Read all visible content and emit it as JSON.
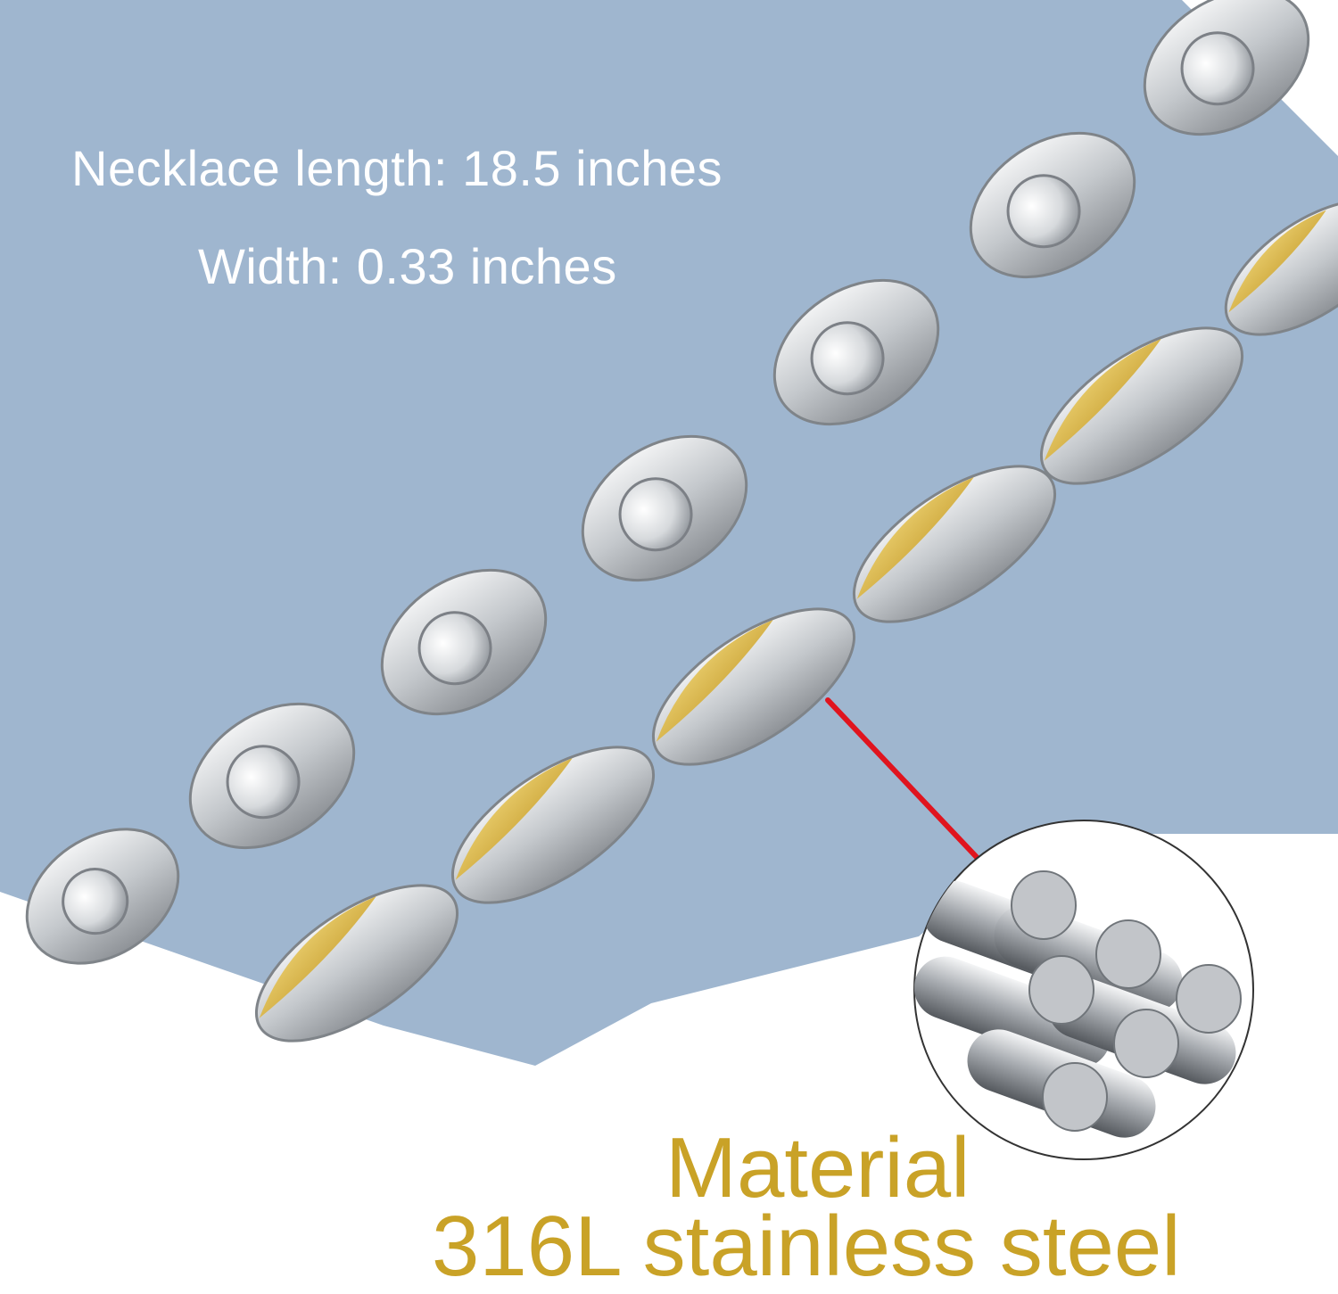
{
  "specs": {
    "length": "Necklace length: 18.5 inches",
    "width": "Width: 0.33 inches"
  },
  "material": {
    "title": "Material",
    "name": "316L stainless steel"
  },
  "colors": {
    "background_panel": "#9fb6cf",
    "spec_text": "#ffffff",
    "material_text": "#c9a227",
    "arrow": "#e0141e",
    "gold_plating": "#d9b84a",
    "silver": "#c8ccd0"
  },
  "icons": {
    "arrow": "red-arrow-icon",
    "steel_rods": "steel-rods-icon"
  }
}
